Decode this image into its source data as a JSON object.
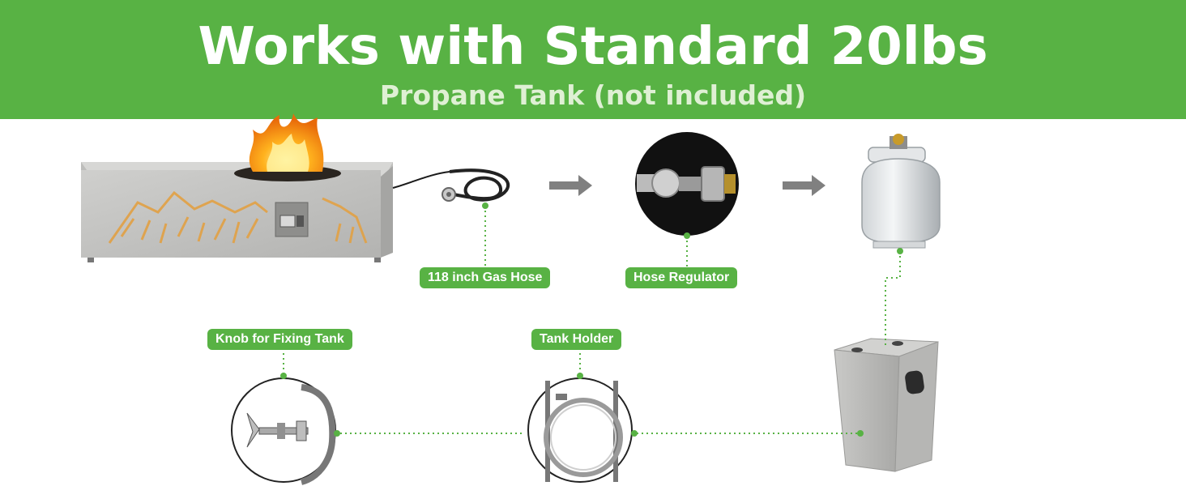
{
  "banner": {
    "title": "Works with Standard 20lbs",
    "subtitle": "Propane Tank (not included)"
  },
  "labels": {
    "gas_hose": "118 inch Gas Hose",
    "hose_regulator": "Hose Regulator",
    "knob": "Knob for Fixing Tank",
    "tank_holder": "Tank Holder"
  },
  "colors": {
    "brand_green": "#58b244",
    "dotted_line": "#58b244",
    "arrow": "#808080"
  },
  "icons": [
    "fire-pit-table",
    "gas-hose-icon",
    "arrow-right-icon",
    "regulator-icon",
    "propane-tank-icon",
    "tank-cover-icon",
    "knob-detail-icon",
    "tank-holder-detail-icon"
  ]
}
